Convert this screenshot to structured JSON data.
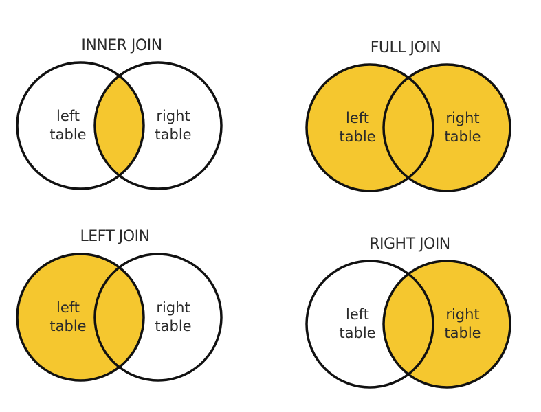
{
  "colors": {
    "fill": "#F5C72F",
    "stroke": "#111111",
    "text": "#2b2b2b"
  },
  "diagrams": [
    {
      "title": "INNER JOIN",
      "fill_region": "intersection",
      "left_label": [
        "left",
        "table"
      ],
      "right_label": [
        "right",
        "table"
      ]
    },
    {
      "title": "FULL JOIN",
      "fill_region": "union",
      "left_label": [
        "left",
        "table"
      ],
      "right_label": [
        "right",
        "table"
      ]
    },
    {
      "title": "LEFT JOIN",
      "fill_region": "left",
      "left_label": [
        "left",
        "table"
      ],
      "right_label": [
        "right",
        "table"
      ]
    },
    {
      "title": "RIGHT JOIN",
      "fill_region": "right",
      "left_label": [
        "left",
        "table"
      ],
      "right_label": [
        "right",
        "table"
      ]
    }
  ]
}
